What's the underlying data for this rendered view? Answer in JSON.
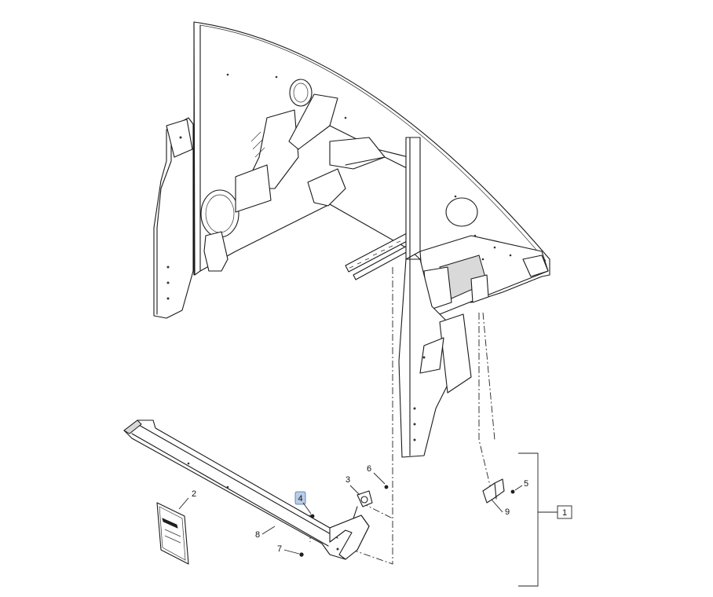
{
  "callouts": [
    {
      "id": "c1",
      "label": "1"
    },
    {
      "id": "c2",
      "label": "2"
    },
    {
      "id": "c3",
      "label": "3"
    },
    {
      "id": "c4",
      "label": "4"
    },
    {
      "id": "c5",
      "label": "5"
    },
    {
      "id": "c6",
      "label": "6"
    },
    {
      "id": "c7",
      "label": "7"
    },
    {
      "id": "c8",
      "label": "8"
    },
    {
      "id": "c9",
      "label": "9"
    }
  ],
  "highlighted_callout": "4",
  "colors": {
    "highlight": "#b9cde8",
    "line": "#1a1a1a"
  }
}
